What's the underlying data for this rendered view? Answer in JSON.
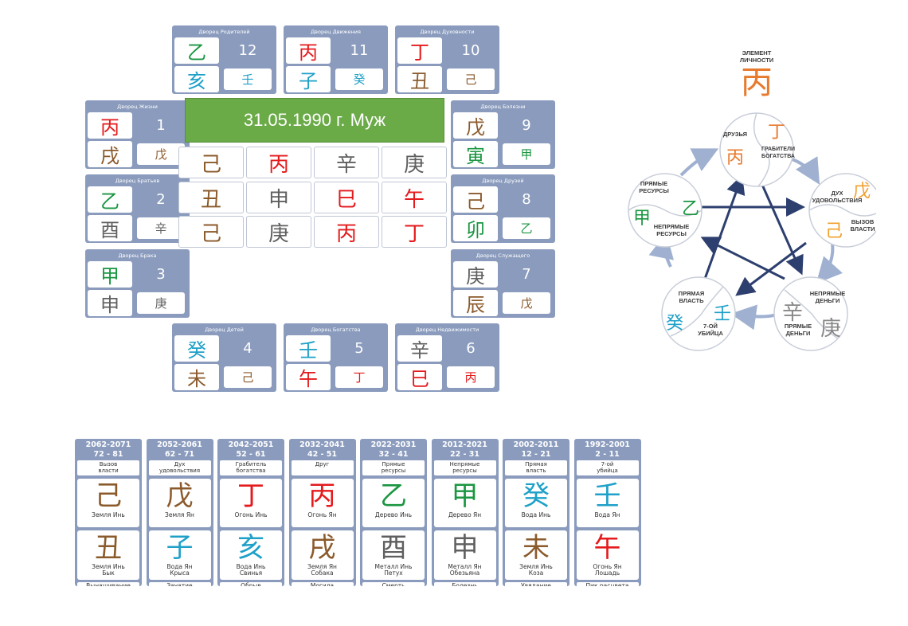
{
  "colors": {
    "wood": "#1a9641",
    "fire": "#e41a1c",
    "earth": "#8b5a2b",
    "metal": "#5f5f5f",
    "water": "#1ea0c8",
    "card": "#8a9bbd",
    "header_green": "#6aaa47"
  },
  "header": {
    "title": "31.05.1990 г. Муж"
  },
  "palaces": [
    {
      "id": "p12",
      "title": "Дворец Родителей",
      "stem": "乙",
      "stem_color": "#1a9641",
      "num": "12",
      "branch": "亥",
      "branch_color": "#1ea0c8",
      "hidden": "壬",
      "hidden_color": "#1ea0c8"
    },
    {
      "id": "p11",
      "title": "Дворец Движения",
      "stem": "丙",
      "stem_color": "#e41a1c",
      "num": "11",
      "branch": "子",
      "branch_color": "#1ea0c8",
      "hidden": "癸",
      "hidden_color": "#1ea0c8"
    },
    {
      "id": "p10",
      "title": "Дворец Духовности",
      "stem": "丁",
      "stem_color": "#e41a1c",
      "num": "10",
      "branch": "丑",
      "branch_color": "#8b5a2b",
      "hidden": "己",
      "hidden_color": "#8b5a2b"
    },
    {
      "id": "p1",
      "title": "Дворец Жизни",
      "stem": "丙",
      "stem_color": "#e41a1c",
      "num": "1",
      "branch": "戌",
      "branch_color": "#8b5a2b",
      "hidden": "戊",
      "hidden_color": "#8b5a2b"
    },
    {
      "id": "p9",
      "title": "Дворец Болезни",
      "stem": "戊",
      "stem_color": "#8b5a2b",
      "num": "9",
      "branch": "寅",
      "branch_color": "#1a9641",
      "hidden": "甲",
      "hidden_color": "#1a9641"
    },
    {
      "id": "p2",
      "title": "Дворец Братьев",
      "stem": "乙",
      "stem_color": "#1a9641",
      "num": "2",
      "branch": "酉",
      "branch_color": "#5f5f5f",
      "hidden": "辛",
      "hidden_color": "#5f5f5f"
    },
    {
      "id": "p8",
      "title": "Дворец Друзей",
      "stem": "己",
      "stem_color": "#8b5a2b",
      "num": "8",
      "branch": "卯",
      "branch_color": "#1a9641",
      "hidden": "乙",
      "hidden_color": "#1a9641"
    },
    {
      "id": "p3",
      "title": "Дворец Брака",
      "stem": "甲",
      "stem_color": "#1a9641",
      "num": "3",
      "branch": "申",
      "branch_color": "#5f5f5f",
      "hidden": "庚",
      "hidden_color": "#5f5f5f"
    },
    {
      "id": "p7",
      "title": "Дворец Служащего",
      "stem": "庚",
      "stem_color": "#5f5f5f",
      "num": "7",
      "branch": "辰",
      "branch_color": "#8b5a2b",
      "hidden": "戊",
      "hidden_color": "#8b5a2b"
    },
    {
      "id": "p4",
      "title": "Дворец Детей",
      "stem": "癸",
      "stem_color": "#1ea0c8",
      "num": "4",
      "branch": "未",
      "branch_color": "#8b5a2b",
      "hidden": "己",
      "hidden_color": "#8b5a2b"
    },
    {
      "id": "p5",
      "title": "Дворец Богатства",
      "stem": "壬",
      "stem_color": "#1ea0c8",
      "num": "5",
      "branch": "午",
      "branch_color": "#e41a1c",
      "hidden": "丁",
      "hidden_color": "#e41a1c"
    },
    {
      "id": "p6",
      "title": "Дворец Недвижимости",
      "stem": "辛",
      "stem_color": "#5f5f5f",
      "num": "6",
      "branch": "巳",
      "branch_color": "#e41a1c",
      "hidden": "丙",
      "hidden_color": "#e41a1c"
    }
  ],
  "chart_grid": [
    [
      {
        "g": "己",
        "c": "#8b5a2b"
      },
      {
        "g": "丙",
        "c": "#e41a1c"
      },
      {
        "g": "辛",
        "c": "#5f5f5f"
      },
      {
        "g": "庚",
        "c": "#5f5f5f"
      }
    ],
    [
      {
        "g": "丑",
        "c": "#8b5a2b"
      },
      {
        "g": "申",
        "c": "#5f5f5f"
      },
      {
        "g": "巳",
        "c": "#e41a1c"
      },
      {
        "g": "午",
        "c": "#e41a1c"
      }
    ],
    [
      {
        "g": "己",
        "c": "#8b5a2b"
      },
      {
        "g": "庚",
        "c": "#5f5f5f"
      },
      {
        "g": "丙",
        "c": "#e41a1c"
      },
      {
        "g": "丁",
        "c": "#e41a1c"
      }
    ]
  ],
  "luck_pillars": [
    {
      "years": "2062-2071",
      "ages": "72 - 81",
      "god": "Вызов\nвласти",
      "stem": "己",
      "stem_color": "#8b5a2b",
      "stem_desc": "Земля Инь",
      "branch": "丑",
      "branch_color": "#8b5a2b",
      "branch_desc": "Земля Инь\nБык",
      "state": "Вынашивание"
    },
    {
      "years": "2052-2061",
      "ages": "62 - 71",
      "god": "Дух\nудовольствия",
      "stem": "戊",
      "stem_color": "#8b5a2b",
      "stem_desc": "Земля Ян",
      "branch": "子",
      "branch_color": "#1ea0c8",
      "branch_desc": "Вода Ян\nКрыса",
      "state": "Зачатие"
    },
    {
      "years": "2042-2051",
      "ages": "52 - 61",
      "god": "Грабитель\nбогатства",
      "stem": "丁",
      "stem_color": "#e41a1c",
      "stem_desc": "Огонь Инь",
      "branch": "亥",
      "branch_color": "#1ea0c8",
      "branch_desc": "Вода Инь\nСвинья",
      "state": "Обрыв"
    },
    {
      "years": "2032-2041",
      "ages": "42 - 51",
      "god": "Друг",
      "stem": "丙",
      "stem_color": "#e41a1c",
      "stem_desc": "Огонь Ян",
      "branch": "戌",
      "branch_color": "#8b5a2b",
      "branch_desc": "Земля Ян\nСобака",
      "state": "Могила"
    },
    {
      "years": "2022-2031",
      "ages": "32 - 41",
      "god": "Прямые\nресурсы",
      "stem": "乙",
      "stem_color": "#1a9641",
      "stem_desc": "Дерево Инь",
      "branch": "酉",
      "branch_color": "#5f5f5f",
      "branch_desc": "Металл Инь\nПетух",
      "state": "Смерть"
    },
    {
      "years": "2012-2021",
      "ages": "22 - 31",
      "god": "Непрямые\nресурсы",
      "stem": "甲",
      "stem_color": "#1a9641",
      "stem_desc": "Дерево Ян",
      "branch": "申",
      "branch_color": "#5f5f5f",
      "branch_desc": "Металл Ян\nОбезьяна",
      "state": "Болезнь"
    },
    {
      "years": "2002-2011",
      "ages": "12 - 21",
      "god": "Прямая\nвласть",
      "stem": "癸",
      "stem_color": "#1ea0c8",
      "stem_desc": "Вода Инь",
      "branch": "未",
      "branch_color": "#8b5a2b",
      "branch_desc": "Земля Инь\nКоза",
      "state": "Увядание"
    },
    {
      "years": "1992-2001",
      "ages": "2 - 11",
      "god": "7-ой\nубийца",
      "stem": "壬",
      "stem_color": "#1ea0c8",
      "stem_desc": "Вода Ян",
      "branch": "午",
      "branch_color": "#e41a1c",
      "branch_desc": "Огонь Ян\nЛошадь",
      "state": "Пик расцвета"
    }
  ],
  "diagram": {
    "top_label": "ЭЛЕМЕНТ\nЛИЧНОСТИ",
    "top_glyph": "丙",
    "friends": {
      "label_a": "ДРУЗЬЯ",
      "glyph_a": "丙",
      "glyph_b": "丁",
      "label_b": "ГРАБИТЕЛИ\nБОГАТСТВА"
    },
    "output": {
      "glyph_a": "戊",
      "label_a": "ДУХ\nУДОВОЛЬСТВИЯ",
      "glyph_b": "己",
      "label_b": "ВЫЗОВ\nВЛАСТИ"
    },
    "wealth": {
      "glyph_a": "辛",
      "label_a": "НЕПРЯМЫЕ\nДЕНЬГИ",
      "label_b": "ПРЯМЫЕ\nДЕНЬГИ",
      "glyph_b": "庚"
    },
    "power": {
      "label_a": "ПРЯМАЯ\nВЛАСТЬ",
      "glyph_a": "壬",
      "glyph_b": "癸",
      "label_b": "7-ОЙ\nУБИЙЦА"
    },
    "resource": {
      "label_a": "ПРЯМЫЕ\nРЕСУРСЫ",
      "glyph_a": "乙",
      "glyph_b": "甲",
      "label_b": "НЕПРЯМЫЕ\nРЕСУРСЫ"
    }
  }
}
